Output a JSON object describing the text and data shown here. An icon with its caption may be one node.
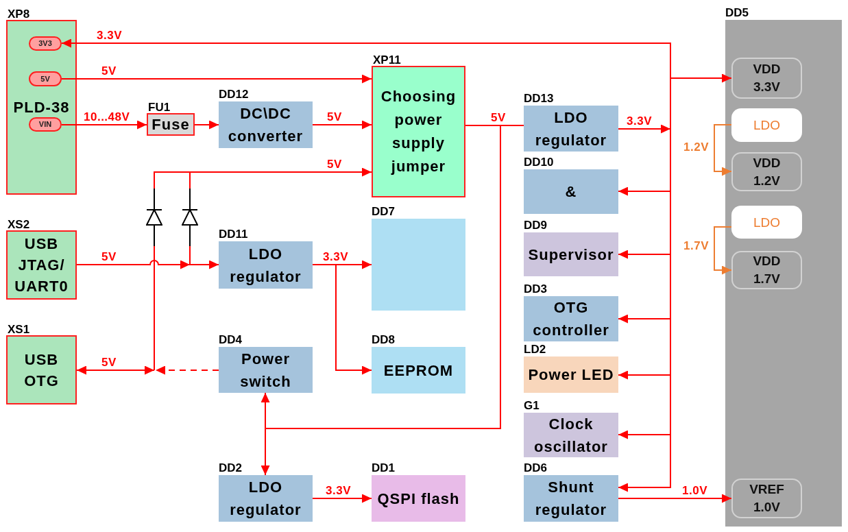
{
  "diagram": {
    "nodes": [
      {
        "text": [
          "XP8",
          "PLD-38"
        ]
      },
      {
        "text": [
          "3V3"
        ],
        "in": 0
      },
      {
        "text": [
          "5V"
        ],
        "in": 0
      },
      {
        "text": [
          "VIN"
        ],
        "in": 0
      },
      {
        "text": [
          "FU1",
          "Fuse"
        ]
      },
      {
        "text": [
          "DD12",
          "DC\\DC converter"
        ]
      },
      {
        "text": [
          "XP11",
          "Choosing power supply jumper"
        ]
      },
      {
        "text": [],
        "shape": "diode"
      },
      {
        "text": [],
        "shape": "diode"
      },
      {
        "text": [
          "XS2",
          "USB JTAG/ UART0"
        ]
      },
      {
        "text": [
          "DD11",
          "LDO regulator"
        ]
      },
      {
        "text": [
          "DD7"
        ]
      },
      {
        "text": [
          "XS1",
          "USB OTG"
        ]
      },
      {
        "text": [
          "DD4",
          "Power switch"
        ]
      },
      {
        "text": [
          "DD8",
          "EEPROM"
        ]
      },
      {
        "text": [
          "DD2",
          "LDO regulator"
        ]
      },
      {
        "text": [
          "DD1",
          "QSPI flash"
        ]
      },
      {
        "text": [
          "DD13",
          "LDO regulator"
        ]
      },
      {
        "text": [
          "DD10",
          "&"
        ]
      },
      {
        "text": [
          "DD9",
          "Supervisor"
        ]
      },
      {
        "text": [
          "DD3",
          "OTG controller"
        ]
      },
      {
        "text": [
          "LD2",
          "Power LED"
        ]
      },
      {
        "text": [
          "G1",
          "Clock oscillator"
        ]
      },
      {
        "text": [
          "DD6",
          "Shunt regulator"
        ]
      },
      {
        "text": [
          "DD5"
        ]
      },
      {
        "text": [
          "VDD 3.3V"
        ],
        "in": 24
      },
      {
        "text": [
          "LDO"
        ],
        "in": 24
      },
      {
        "text": [
          "VDD 1.2V"
        ],
        "in": 24
      },
      {
        "text": [
          "LDO"
        ],
        "in": 24
      },
      {
        "text": [
          "VDD 1.7V"
        ],
        "in": 24
      },
      {
        "text": [
          "VREF 1.0V"
        ],
        "in": 24
      }
    ],
    "edges": [
      {
        "from": 3,
        "to": 4,
        "arrow": "to",
        "label": "10...48V"
      },
      {
        "from": 4,
        "to": 5,
        "arrow": "to"
      },
      {
        "from": 5,
        "to": 6,
        "arrow": "to",
        "label": "5V"
      },
      {
        "from": 2,
        "to": 6,
        "arrow": "to",
        "label": "5V"
      },
      {
        "from": 7,
        "to": 6,
        "arrow": "to",
        "label": "5V"
      },
      {
        "from": 8,
        "to": 6,
        "arrow": "to"
      },
      {
        "from": 9,
        "to": 8,
        "arrow": "none"
      },
      {
        "from": 9,
        "to": 10,
        "arrow": "to",
        "label": "5V"
      },
      {
        "from": 12,
        "to": null,
        "arrow": "both",
        "label": "5V"
      },
      {
        "from": 13,
        "to": null,
        "arrow": "to",
        "style": "dashed"
      },
      {
        "from": 10,
        "to": 11,
        "arrow": "to",
        "label": "3.3V"
      },
      {
        "from": 10,
        "to": 14,
        "arrow": "to"
      },
      {
        "from": 6,
        "to": 17,
        "arrow": "none",
        "label": "5V"
      },
      {
        "from": 6,
        "to": 13,
        "arrow": "to"
      },
      {
        "from": 6,
        "to": 15,
        "arrow": "to"
      },
      {
        "from": 15,
        "to": 16,
        "arrow": "to",
        "label": "3.3V"
      },
      {
        "from": 17,
        "to": 1,
        "arrow": "to",
        "label": "3.3V"
      },
      {
        "from": 17,
        "to": 25,
        "arrow": "to",
        "label": "3.3V"
      },
      {
        "from": 17,
        "to": 18,
        "arrow": "to"
      },
      {
        "from": 17,
        "to": 19,
        "arrow": "to"
      },
      {
        "from": 17,
        "to": 20,
        "arrow": "to"
      },
      {
        "from": 17,
        "to": 21,
        "arrow": "to"
      },
      {
        "from": 17,
        "to": 22,
        "arrow": "to"
      },
      {
        "from": 17,
        "to": 23,
        "arrow": "to"
      },
      {
        "from": 23,
        "to": 30,
        "arrow": "to",
        "label": "1.0V"
      },
      {
        "from": 26,
        "to": 27,
        "arrow": "to",
        "label": "1.2V",
        "color": "#ed7d31"
      },
      {
        "from": 28,
        "to": 29,
        "arrow": "to",
        "label": "1.7V",
        "color": "#ed7d31"
      },
      {
        "from": null,
        "to": 7,
        "arrow": "none"
      }
    ]
  }
}
